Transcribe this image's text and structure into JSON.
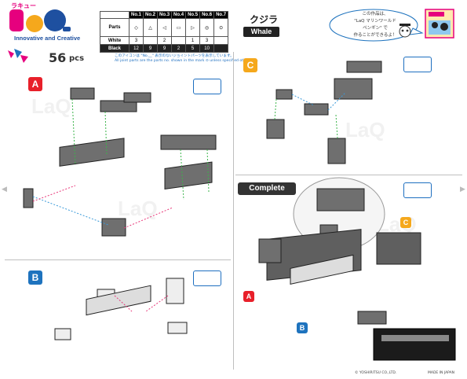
{
  "header": {
    "logo_kana": "ラキュー",
    "logo_tagline": "Innovative and Creative",
    "piece_count": "56",
    "piece_unit": "pcs",
    "model_title_ja": "クジラ",
    "model_title_en": "Whale",
    "bubble_text_lines": [
      "この作品は、",
      "\"LaQ マリンワールド",
      "ペンギン\" で",
      "作ることができるよ！"
    ],
    "note_line_1": "このアイコンは \"No.__\" 表示のないジョイントパーツを表示しています。",
    "note_line_2": "All joint parts are the parts no. shown in the mark ⊙ unless specified otherwise."
  },
  "parts_table": {
    "label_parts": "Parts",
    "columns": [
      "No.1",
      "No.2",
      "No.3",
      "No.4",
      "No.5",
      "No.6",
      "No.7"
    ],
    "rows": [
      {
        "label": "White",
        "values": [
          "3",
          "",
          "2",
          "",
          "1",
          "3",
          ""
        ]
      },
      {
        "label": "Black",
        "values": [
          "12",
          "9",
          "9",
          "2",
          "5",
          "10",
          ""
        ]
      }
    ]
  },
  "steps": {
    "A": {
      "label": "A",
      "color": "#e8202a"
    },
    "B": {
      "label": "B",
      "color": "#1e73be"
    },
    "C": {
      "label": "C",
      "color": "#f5a81c"
    }
  },
  "complete": {
    "label": "Complete",
    "tag_a": "A",
    "tag_b": "B",
    "tag_c": "C"
  },
  "footer": {
    "copyright": "© YOSHIRITSU CO.,LTD.",
    "made_in": "MADE IN JAPAN"
  },
  "colors": {
    "brand_pink": "#e6007e",
    "brand_blue": "#1e50a0",
    "step_red": "#e8202a",
    "step_blue": "#1e73be",
    "step_orange": "#f5a81c",
    "piece_gray": "#6f6f6f",
    "connector_pink": "#e8387a",
    "connector_green": "#3cb44b",
    "connector_blue": "#3a9ad9"
  }
}
